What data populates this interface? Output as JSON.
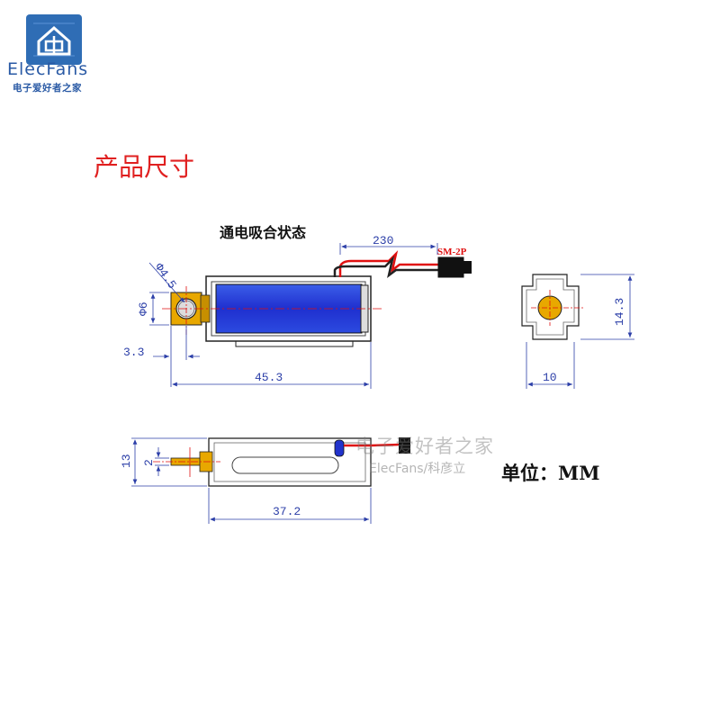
{
  "logo": {
    "icon": "elecfans-logo-icon",
    "brand": "ElecFans",
    "sub": "电子爱好者之家"
  },
  "title": "产品尺寸",
  "state_label": "通电吸合状态",
  "unit_label": "单位：MM",
  "watermark": {
    "cn": "电子爱好者之家",
    "en": "ElecFans/科彦立"
  },
  "connector_label": "SM-2P",
  "dimensions": {
    "wire_length": "230",
    "hole_dia": "Φ4.5",
    "plate_width": "Φ6",
    "offset": "3.3",
    "body_length": "45.3",
    "end_height": "14.3",
    "end_width": "10",
    "side_height": "13",
    "plunger_dia": "2",
    "side_length": "37.2"
  },
  "colors": {
    "coil": "#2233cc",
    "brass": "#e8a800",
    "dimension": "#2c3fa8",
    "title": "#e02020",
    "wire_red": "#e01010"
  }
}
